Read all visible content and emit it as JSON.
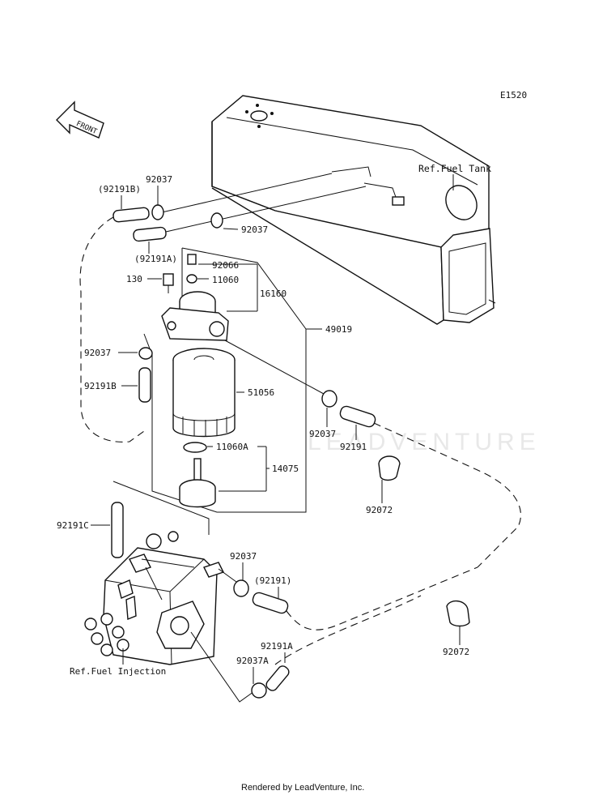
{
  "diagram": {
    "code": "E1520",
    "front_label": "FRONT",
    "watermark": "LEADVENTURE",
    "footer": "Rendered by LeadVenture, Inc.",
    "labels": {
      "ref_fuel_tank": "Ref.Fuel Tank",
      "ref_fuel_injection": "Ref.Fuel Injection",
      "p92191b_paren": "(92191B)",
      "p92037_a": "92037",
      "p92037_b": "92037",
      "p92191a_paren": "(92191A)",
      "p92066": "92066",
      "p130": "130",
      "p11060": "11060",
      "p16160": "16160",
      "p49019": "49019",
      "p92037_c": "92037",
      "p92191b": "92191B",
      "p51056": "51056",
      "p92037_d": "92037",
      "p92191": "92191",
      "p11060a": "11060A",
      "p14075": "14075",
      "p92072_a": "92072",
      "p92191c": "92191C",
      "p92037_e": "92037",
      "p92191_paren": "(92191)",
      "p92191a": "92191A",
      "p92037a": "92037A",
      "p92072_b": "92072"
    }
  }
}
